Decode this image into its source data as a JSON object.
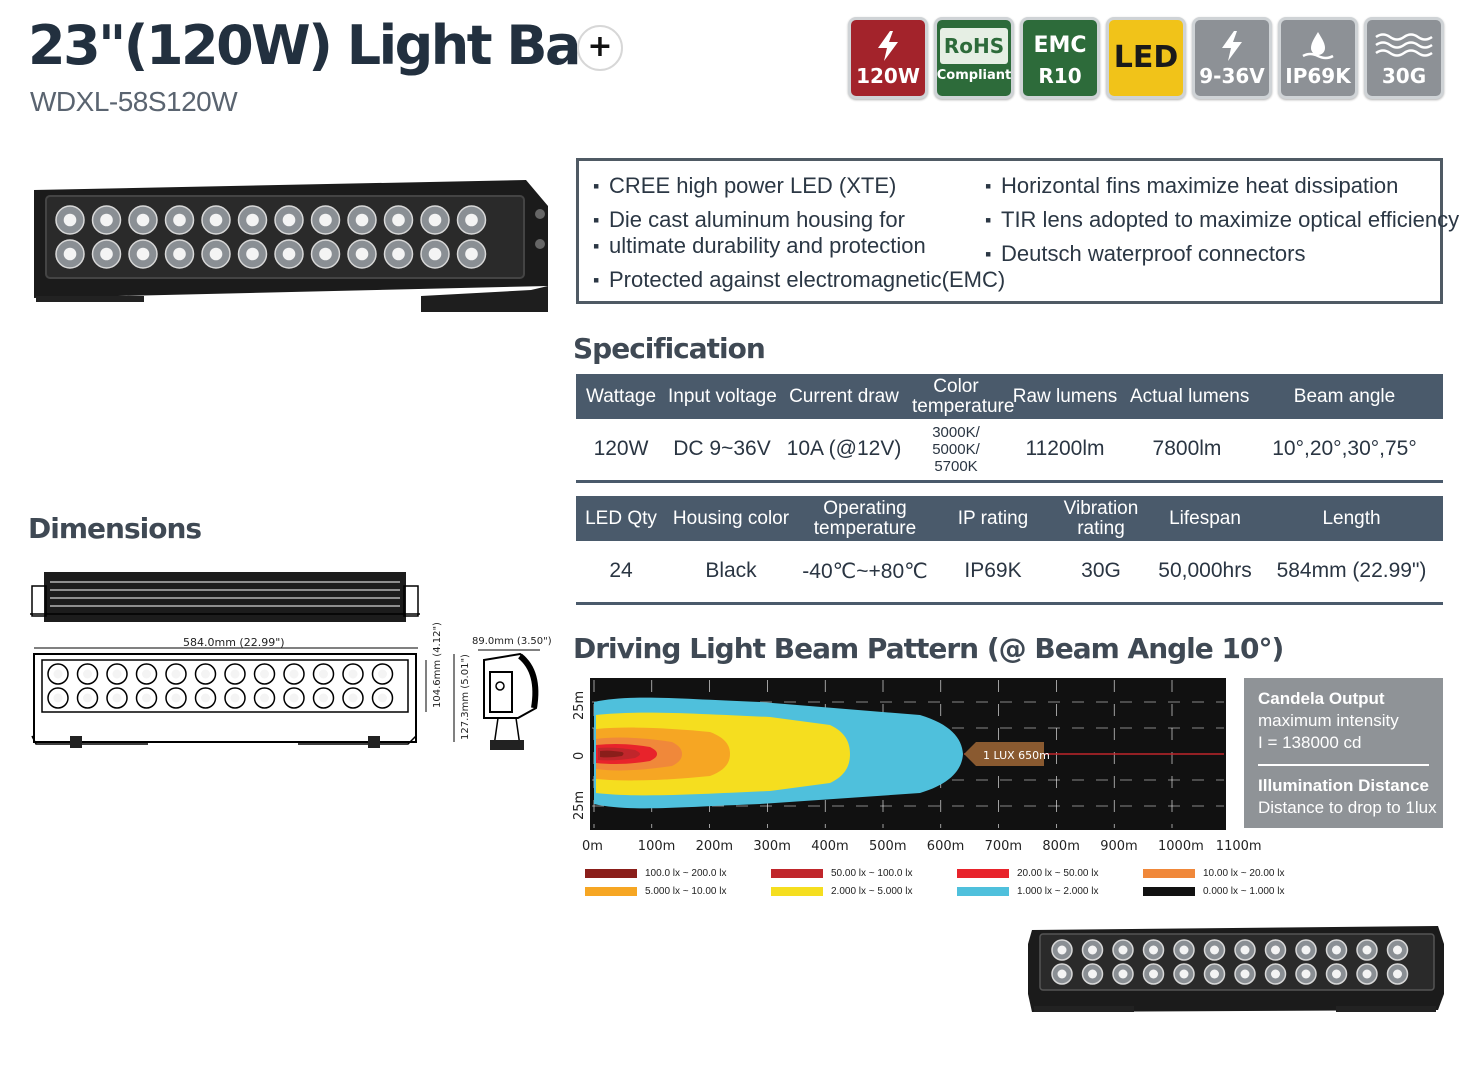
{
  "header": {
    "title": "23\"(120W) Light Bar",
    "model": "WDXL-58S120W",
    "plus_label": "+"
  },
  "badges": [
    {
      "icon": "lightning-icon",
      "label": "120W",
      "color": "#a3232b"
    },
    {
      "top": "RoHS",
      "label": "Compliant",
      "color": "#2d6b3a"
    },
    {
      "top": "EMC",
      "label": "R10",
      "color": "#2d6b3a"
    },
    {
      "label": "LED",
      "color": "#f1c319"
    },
    {
      "icon": "lightning-icon",
      "label": "9-36V",
      "color": "#8d9196"
    },
    {
      "icon": "water-drop-icon",
      "label": "IP69K",
      "color": "#8d9196"
    },
    {
      "icon": "vibration-icon",
      "label": "30G",
      "color": "#8d9196"
    }
  ],
  "features": {
    "left": [
      "CREE high power LED (XTE)",
      "Die cast aluminum housing for",
      "ultimate durability and protection",
      "Protected against electromagnetic(EMC)"
    ],
    "right": [
      "Horizontal fins maximize heat dissipation",
      "TIR lens adopted to maximize optical efficiency",
      "Deutsch waterproof connectors"
    ]
  },
  "specification": {
    "title": "Specification",
    "table1": {
      "headers": [
        "Wattage",
        "Input voltage",
        "Current draw",
        "Color temperature",
        "Raw lumens",
        "Actual lumens",
        "Beam angle"
      ],
      "values": [
        "120W",
        "DC 9~36V",
        "10A (@12V)",
        "3000K/ 5000K/ 5700K",
        "11200lm",
        "7800lm",
        "10°,20°,30°,75°"
      ]
    },
    "table2": {
      "headers": [
        "LED Qty",
        "Housing color",
        "Operating temperature",
        "IP rating",
        "Vibration rating",
        "Lifespan",
        "Length"
      ],
      "values": [
        "24",
        "Black",
        "-40℃~+80℃",
        "IP69K",
        "30G",
        "50,000hrs",
        "584mm (22.99\")"
      ]
    }
  },
  "dimensions": {
    "title": "Dimensions",
    "length_label": "584.0mm (22.99\")",
    "depth_label": "89.0mm (3.50\")",
    "height_inner": "104.6mm (4.12\")",
    "height_outer": "127.3mm (5.01\")"
  },
  "beam": {
    "title": "Driving Light Beam Pattern (@ Beam Angle 10°)",
    "lux_label": "1 LUX 650m",
    "y_labels": [
      "25m",
      "0",
      "25m"
    ],
    "x_labels": [
      "0m",
      "100m",
      "200m",
      "300m",
      "400m",
      "500m",
      "600m",
      "700m",
      "800m",
      "900m",
      "1000m",
      "1100m"
    ],
    "legend": [
      {
        "label": "100.0 lx ~ 200.0 lx",
        "color": "#8a1e1a"
      },
      {
        "label": "50.00 lx ~ 100.0 lx",
        "color": "#c0262b"
      },
      {
        "label": "20.00 lx ~ 50.00 lx",
        "color": "#e8232b"
      },
      {
        "label": "10.00 lx ~ 20.00 lx",
        "color": "#f0883a"
      },
      {
        "label": "5.000 lx ~ 10.00 lx",
        "color": "#f6a623"
      },
      {
        "label": "2.000 lx ~ 5.000 lx",
        "color": "#f5de1f"
      },
      {
        "label": "1.000 lx ~ 2.000 lx",
        "color": "#4fc0dc"
      },
      {
        "label": "0.000 lx ~ 1.000 lx",
        "color": "#111111"
      }
    ]
  },
  "info": {
    "candela_title": "Candela Output",
    "candela_sub": "maximum intensity",
    "candela_value": "I = 138000 cd",
    "distance_title": "Illumination Distance",
    "distance_sub": "Distance to drop to 1lux"
  }
}
